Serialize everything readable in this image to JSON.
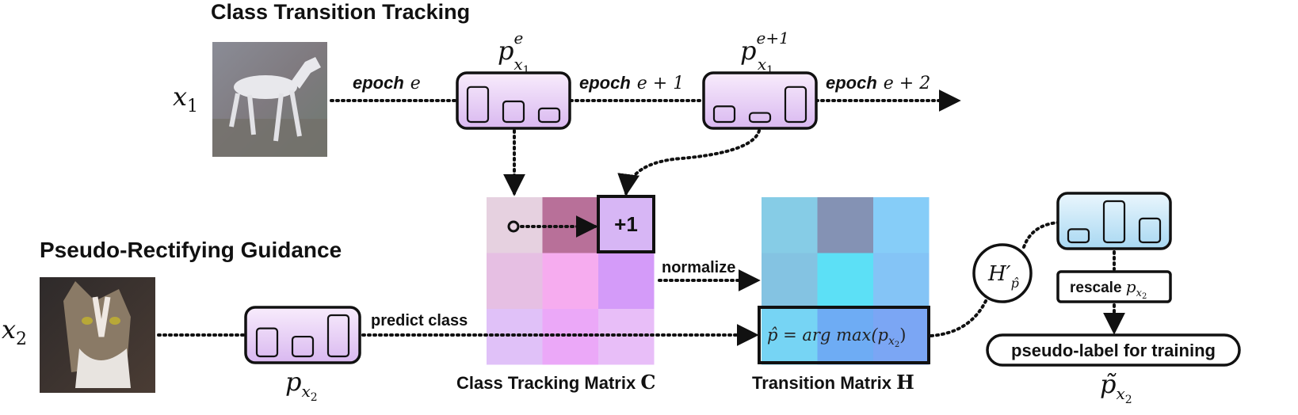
{
  "titles": {
    "top": "Class Transition Tracking",
    "bottom": "Pseudo-Rectifying Guidance"
  },
  "inputs": {
    "x1_label": "x",
    "x1_sub": "1",
    "x2_label": "x",
    "x2_sub": "2"
  },
  "epochs": {
    "word": "epoch",
    "e0": "e",
    "e1": "e + 1",
    "e2": "e + 2"
  },
  "prob_labels": {
    "p1_main": "p",
    "p1_sup": "e",
    "p1_sub": "x",
    "p1_subsub": "1",
    "p2_main": "p",
    "p2_sup": "e+1",
    "p2_sub": "x",
    "p2_subsub": "1",
    "px2_main": "p",
    "px2_sub": "x",
    "px2_subsub": "2",
    "ptilde_main": "p̃",
    "ptilde_sub": "x",
    "ptilde_subsub": "2"
  },
  "matrices": {
    "plus_one": "+1",
    "normalize": "normalize",
    "predict_class": "predict class",
    "c_caption": "Class Tracking Matrix ",
    "c_symbol": "C",
    "h_caption": "Transition Matrix ",
    "h_symbol": "H",
    "argmax_text": "p̂ = arg max(p",
    "argmax_sub": "x",
    "argmax_subsub": "2",
    "argmax_close": ")",
    "c_colors": [
      "#e6d1e0",
      "#b87099",
      "#d8c1f7",
      "#e6bfe3",
      "#f6acef",
      "#d49bf9",
      "#e0c1f8",
      "#eba8f8",
      "#e8bef8"
    ],
    "h_colors": [
      "#86cce6",
      "#8492b4",
      "#86cdf8",
      "#84c3e2",
      "#5ce0f6",
      "#84c4f6",
      "#76d4f4",
      "#6eacf4",
      "#7ba6f4"
    ]
  },
  "guidance": {
    "h_prime": "H′",
    "h_prime_sub": "p̂",
    "rescale_word": "rescale ",
    "rescale_p": "p",
    "rescale_sub": "x",
    "rescale_subsub": "2",
    "pseudo_label": "pseudo-label for training"
  },
  "distributions": {
    "p_e": [
      0.85,
      0.5,
      0.33
    ],
    "p_e1": [
      0.38,
      0.22,
      0.85
    ],
    "p_x2": [
      0.68,
      0.48,
      1.0
    ],
    "p_tilde": [
      0.32,
      1.0,
      0.58
    ]
  }
}
